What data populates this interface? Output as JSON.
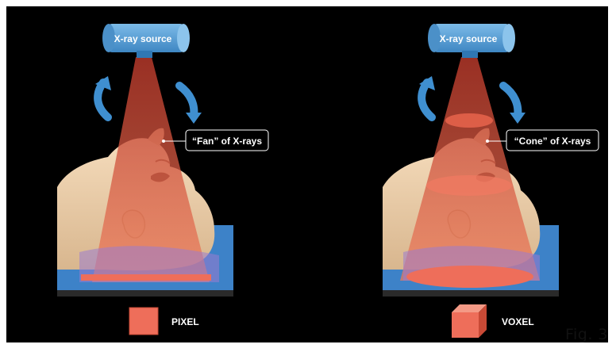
{
  "panels": [
    {
      "id": "fan",
      "source_label": "X-ray source",
      "beam_label": "“Fan” of X-rays",
      "element_label": "PIXEL"
    },
    {
      "id": "cone",
      "source_label": "X-ray source",
      "beam_label": "“Cone” of X-rays",
      "element_label": "VOXEL"
    }
  ],
  "figure_label": "Fig. 3",
  "colors": {
    "background": "#000000",
    "source": "#5aa2d8",
    "arrow": "#3f8fd0",
    "beam": "#d8593f",
    "table": "#3d82c8",
    "skin": "#efd2b0",
    "element": "#ee6e5a"
  }
}
